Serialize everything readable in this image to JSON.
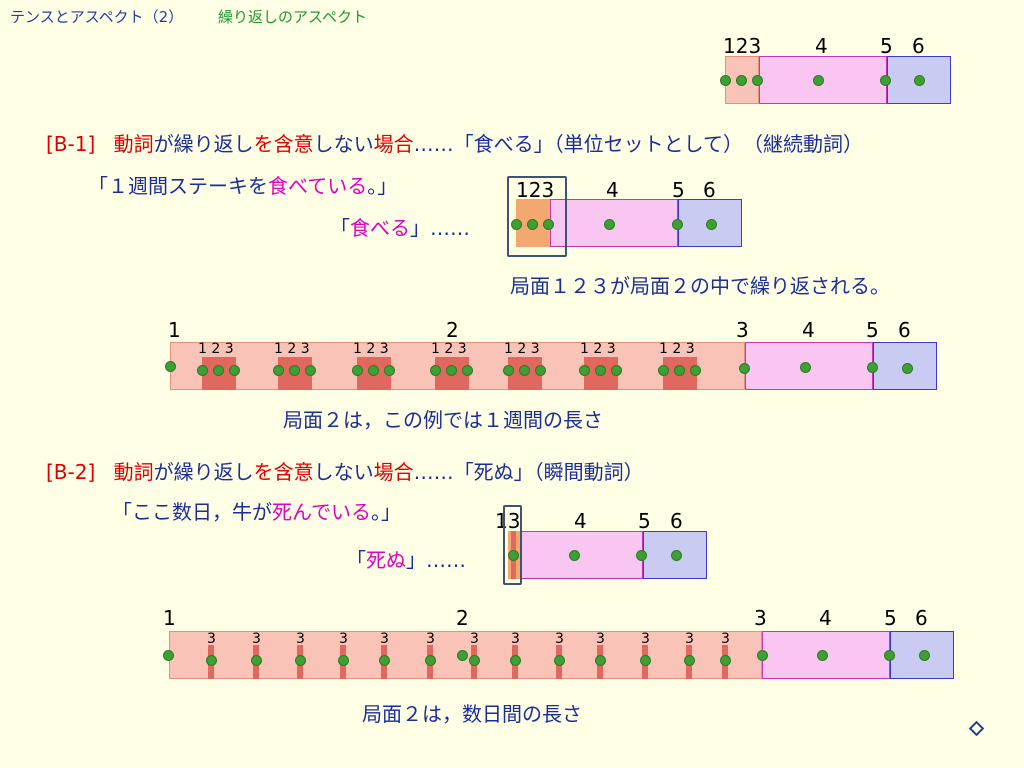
{
  "header": {
    "title": "テンスとアスペクト（2）",
    "subtitle": "繰り返しのアスペクト"
  },
  "top_diagram": {
    "labels": [
      "123",
      "4",
      "5",
      "6"
    ]
  },
  "section_b1": {
    "tag": "[B-1]",
    "heading": {
      "part1": "動詞",
      "part2": "が",
      "part3": "繰り返し",
      "part4": "を含意",
      "part5": "しない",
      "part6": "場合",
      "part7": "……「食べる」（単位セットとして）　（継続動詞）"
    },
    "example": {
      "open": "「１週間ステーキを",
      "verb": "食べている",
      "close": "。」"
    },
    "verb_quote": {
      "open": "「",
      "verb": "食べる",
      "close": "」……"
    },
    "diagram_labels": [
      "123",
      "4",
      "5",
      "6"
    ],
    "caption": "局面１２３が局面２の中で繰り返される。",
    "timeline": {
      "labels": [
        "1",
        "2",
        "3",
        "4",
        "5",
        "6"
      ],
      "sub_label": "1 2 3"
    },
    "timeline_caption": "局面２は，この例では１週間の長さ"
  },
  "section_b2": {
    "tag": "[B-2]",
    "heading": {
      "part1": "動詞",
      "part2": "が",
      "part3": "繰り返し",
      "part4": "を含意",
      "part5": "しない",
      "part6": "場合",
      "part7": "……「死ぬ」（瞬間動詞）"
    },
    "example": {
      "open": "「ここ数日，牛が",
      "verb": "死んでいる",
      "close": "。」"
    },
    "verb_quote": {
      "open": "「",
      "verb": "死ぬ",
      "close": "」……"
    },
    "diagram_labels": [
      "13",
      "4",
      "5",
      "6"
    ],
    "timeline": {
      "labels": [
        "1",
        "2",
        "3",
        "4",
        "5",
        "6"
      ],
      "sub_label": "3"
    },
    "timeline_caption": "局面２は，数日間の長さ"
  },
  "nav": {
    "icon": "diamond-icon"
  }
}
